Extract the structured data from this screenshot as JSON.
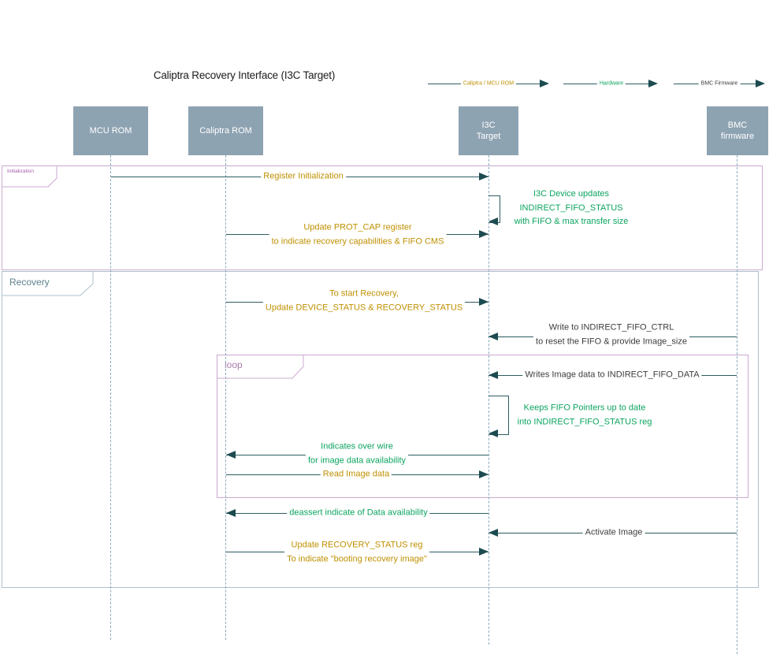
{
  "title": "Caliptra Recovery Interface (I3C Target)",
  "legend": {
    "items": [
      {
        "label": "Caliptra / MCU ROM",
        "color": "#BF9000"
      },
      {
        "label": "Hardware",
        "color": "#0CA45F"
      },
      {
        "label": "BMC Firmware",
        "color": "#3D3D3D"
      }
    ]
  },
  "actors": [
    {
      "lines": [
        "MCU ROM"
      ]
    },
    {
      "lines": [
        "Caliptra ROM"
      ]
    },
    {
      "lines": [
        "I3C",
        "Target"
      ]
    },
    {
      "lines": [
        "BMC",
        "firmware"
      ]
    }
  ],
  "frames": [
    {
      "label": "Initialization"
    },
    {
      "label": "Recovery"
    },
    {
      "label": "loop"
    }
  ],
  "messages": [
    {
      "from": "MCU ROM",
      "to": "I3C Target",
      "kind": "arrow",
      "lines": [
        "Register Initialization"
      ],
      "color": "#BF9000"
    },
    {
      "from": "I3C Target",
      "to": "I3C Target",
      "kind": "self",
      "lines": [
        "I3C Device updates",
        "INDIRECT_FIFO_STATUS",
        "with FIFO & max transfer size"
      ],
      "color": "#0CA45F"
    },
    {
      "from": "Caliptra ROM",
      "to": "I3C Target",
      "kind": "arrow",
      "lines": [
        "Update PROT_CAP register",
        "to indicate recovery capabilities & FIFO CMS"
      ],
      "color": "#BF9000"
    },
    {
      "from": "Caliptra ROM",
      "to": "I3C Target",
      "kind": "arrow",
      "lines": [
        "To start Recovery,",
        "Update DEVICE_STATUS & RECOVERY_STATUS"
      ],
      "color": "#BF9000"
    },
    {
      "from": "BMC firmware",
      "to": "I3C Target",
      "kind": "arrow",
      "lines": [
        "Write to INDIRECT_FIFO_CTRL",
        "to reset the FIFO & provide Image_size"
      ],
      "color": "#3D3D3D"
    },
    {
      "from": "BMC firmware",
      "to": "I3C Target",
      "kind": "arrow",
      "lines": [
        "Writes Image data to INDIRECT_FIFO_DATA"
      ],
      "color": "#3D3D3D"
    },
    {
      "from": "I3C Target",
      "to": "I3C Target",
      "kind": "self",
      "lines": [
        "Keeps FIFO Pointers up to date",
        "into INDIRECT_FIFO_STATUS reg"
      ],
      "color": "#0CA45F"
    },
    {
      "from": "I3C Target",
      "to": "Caliptra ROM",
      "kind": "arrow",
      "lines": [
        "Indicates over wire",
        "for image data availability"
      ],
      "color": "#0CA45F"
    },
    {
      "from": "Caliptra ROM",
      "to": "I3C Target",
      "kind": "arrow",
      "lines": [
        "Read Image data"
      ],
      "color": "#BF9000"
    },
    {
      "from": "I3C Target",
      "to": "Caliptra ROM",
      "kind": "arrow",
      "lines": [
        "deassert indicate of Data availability"
      ],
      "color": "#0CA45F"
    },
    {
      "from": "BMC firmware",
      "to": "I3C Target",
      "kind": "arrow",
      "lines": [
        "Activate Image"
      ],
      "color": "#3D3D3D"
    },
    {
      "from": "Caliptra ROM",
      "to": "I3C Target",
      "kind": "arrow",
      "lines": [
        "Update RECOVERY_STATUS reg",
        "To indicate \"booting recovery image\""
      ],
      "color": "#BF9000"
    }
  ],
  "colors": {
    "actor_fill": "#8EA3B2",
    "arrow_line": "#2D5C60",
    "arrow_head": "#1C4B50",
    "lifeline": "#8AACBC",
    "frame_purple": "#CBA9D0",
    "frame_gray": "#ADC2CD",
    "caliptra_text": "#BF9000",
    "hardware_text": "#0CA45F",
    "bmc_text": "#3D3D3D"
  }
}
